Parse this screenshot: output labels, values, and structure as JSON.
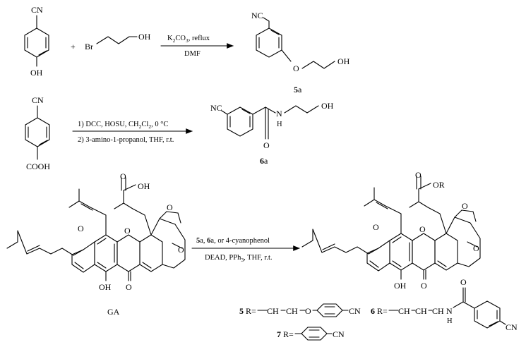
{
  "reaction1": {
    "reactant1_cn": "CN",
    "reactant1_oh": "OH",
    "plus": "+",
    "reagent2_br": "Br",
    "reagent2_oh": "OH",
    "cond_top_base": "K",
    "cond_top_sub1": "2",
    "cond_top_mid": "CO",
    "cond_top_sub2": "3",
    "cond_top_end": ", reflux",
    "cond_bottom": "DMF",
    "product_nc": "NC",
    "product_o": "O",
    "product_oh": "OH",
    "product_num": "5",
    "product_suffix": "a"
  },
  "reaction2": {
    "reactant_cn": "CN",
    "reactant_cooh": "COOH",
    "cond1_pre": "1) DCC, HOSU, CH",
    "cond1_sub1": "2",
    "cond1_mid": "Cl",
    "cond1_sub2": "2",
    "cond1_end": ", 0 °C",
    "cond2": "2) 3-amino-1-propanol, THF, r.t.",
    "product_nc": "NC",
    "product_o": "O",
    "product_n": "N",
    "product_h": "H",
    "product_oh": "OH",
    "product_num": "6",
    "product_suffix": "a"
  },
  "reaction3": {
    "ga_acid": "O",
    "ga_oh": "OH",
    "ga_o1": "O",
    "ga_o2": "O",
    "ga_o3": "O",
    "ga_o4": "O",
    "ga_phenol": "OH",
    "ga_ketone": "O",
    "ga_label": "GA",
    "cond_r1_num": "5",
    "cond_r1_suffix": "a, ",
    "cond_r2_num": "6",
    "cond_r2_suffix": "a, or 4-cyanophenol",
    "cond_bottom_pre": "DEAD, PPh",
    "cond_bottom_sub": "3",
    "cond_bottom_end": ", THF, r.t.",
    "prod_ester_o": "O",
    "prod_or": "OR",
    "prod_o1": "O",
    "prod_o2": "O",
    "prod_o3": "O",
    "prod_o4": "O",
    "prod_oh": "OH",
    "prod_ketone": "O"
  },
  "r_groups": {
    "r5_num": "5",
    "r5_text": " R=",
    "r5_chain": "CH",
    "r5_o": "O",
    "r5_cn": "CN",
    "r6_num": "6",
    "r6_text": " R=",
    "r6_chain": "CH",
    "r6_n": "N",
    "r6_h": "H",
    "r6_o": "O",
    "r6_cn": "CN",
    "r7_num": "7",
    "r7_text": " R=",
    "r7_cn": "CN"
  }
}
